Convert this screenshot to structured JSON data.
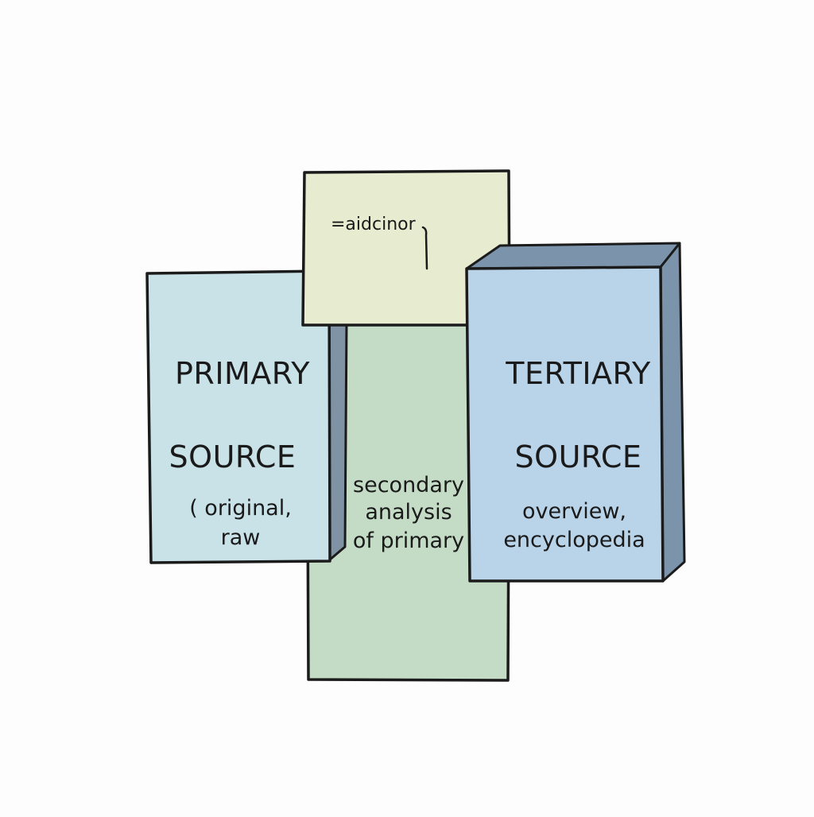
{
  "colors": {
    "primary_fill": "#c8e2e8",
    "primary_side": "#7f93a4",
    "secondary_fill": "#c4dcc6",
    "note_fill": "#e7ebcf",
    "tertiary_fill": "#b9d3e8",
    "tertiary_side": "#7c94ab",
    "outline": "#1b1b1b"
  },
  "note": {
    "text": "=aidcinor"
  },
  "primary": {
    "line1": "PRIMARY",
    "line2": "SOURCE",
    "line3": "( original,",
    "line4": "raw"
  },
  "secondary": {
    "line1": "secondary",
    "line2": "analysis",
    "line3": "of primary"
  },
  "tertiary": {
    "line1": "TERTIARY",
    "line2": "SOURCE",
    "line3": "overview,",
    "line4": "encyclopedia"
  }
}
